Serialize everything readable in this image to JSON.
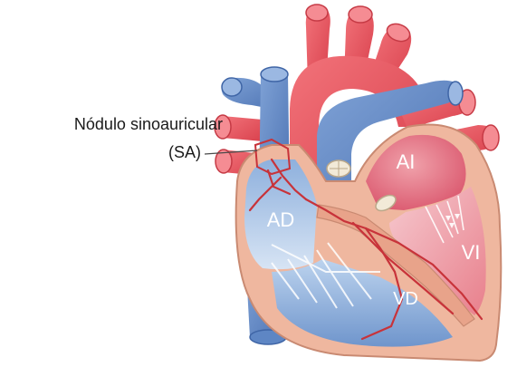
{
  "annotation": {
    "line1": "Nódulo sinoauricular",
    "line2": "(SA)"
  },
  "chambers": {
    "right_atrium": "AD",
    "left_atrium": "AI",
    "left_ventricle": "VI",
    "right_ventricle": "VD"
  },
  "colors": {
    "artery_red": "#e8505b",
    "vein_blue": "#5e86c4",
    "wall_tan": "#efb79f",
    "conduction_red": "#c8333a"
  }
}
